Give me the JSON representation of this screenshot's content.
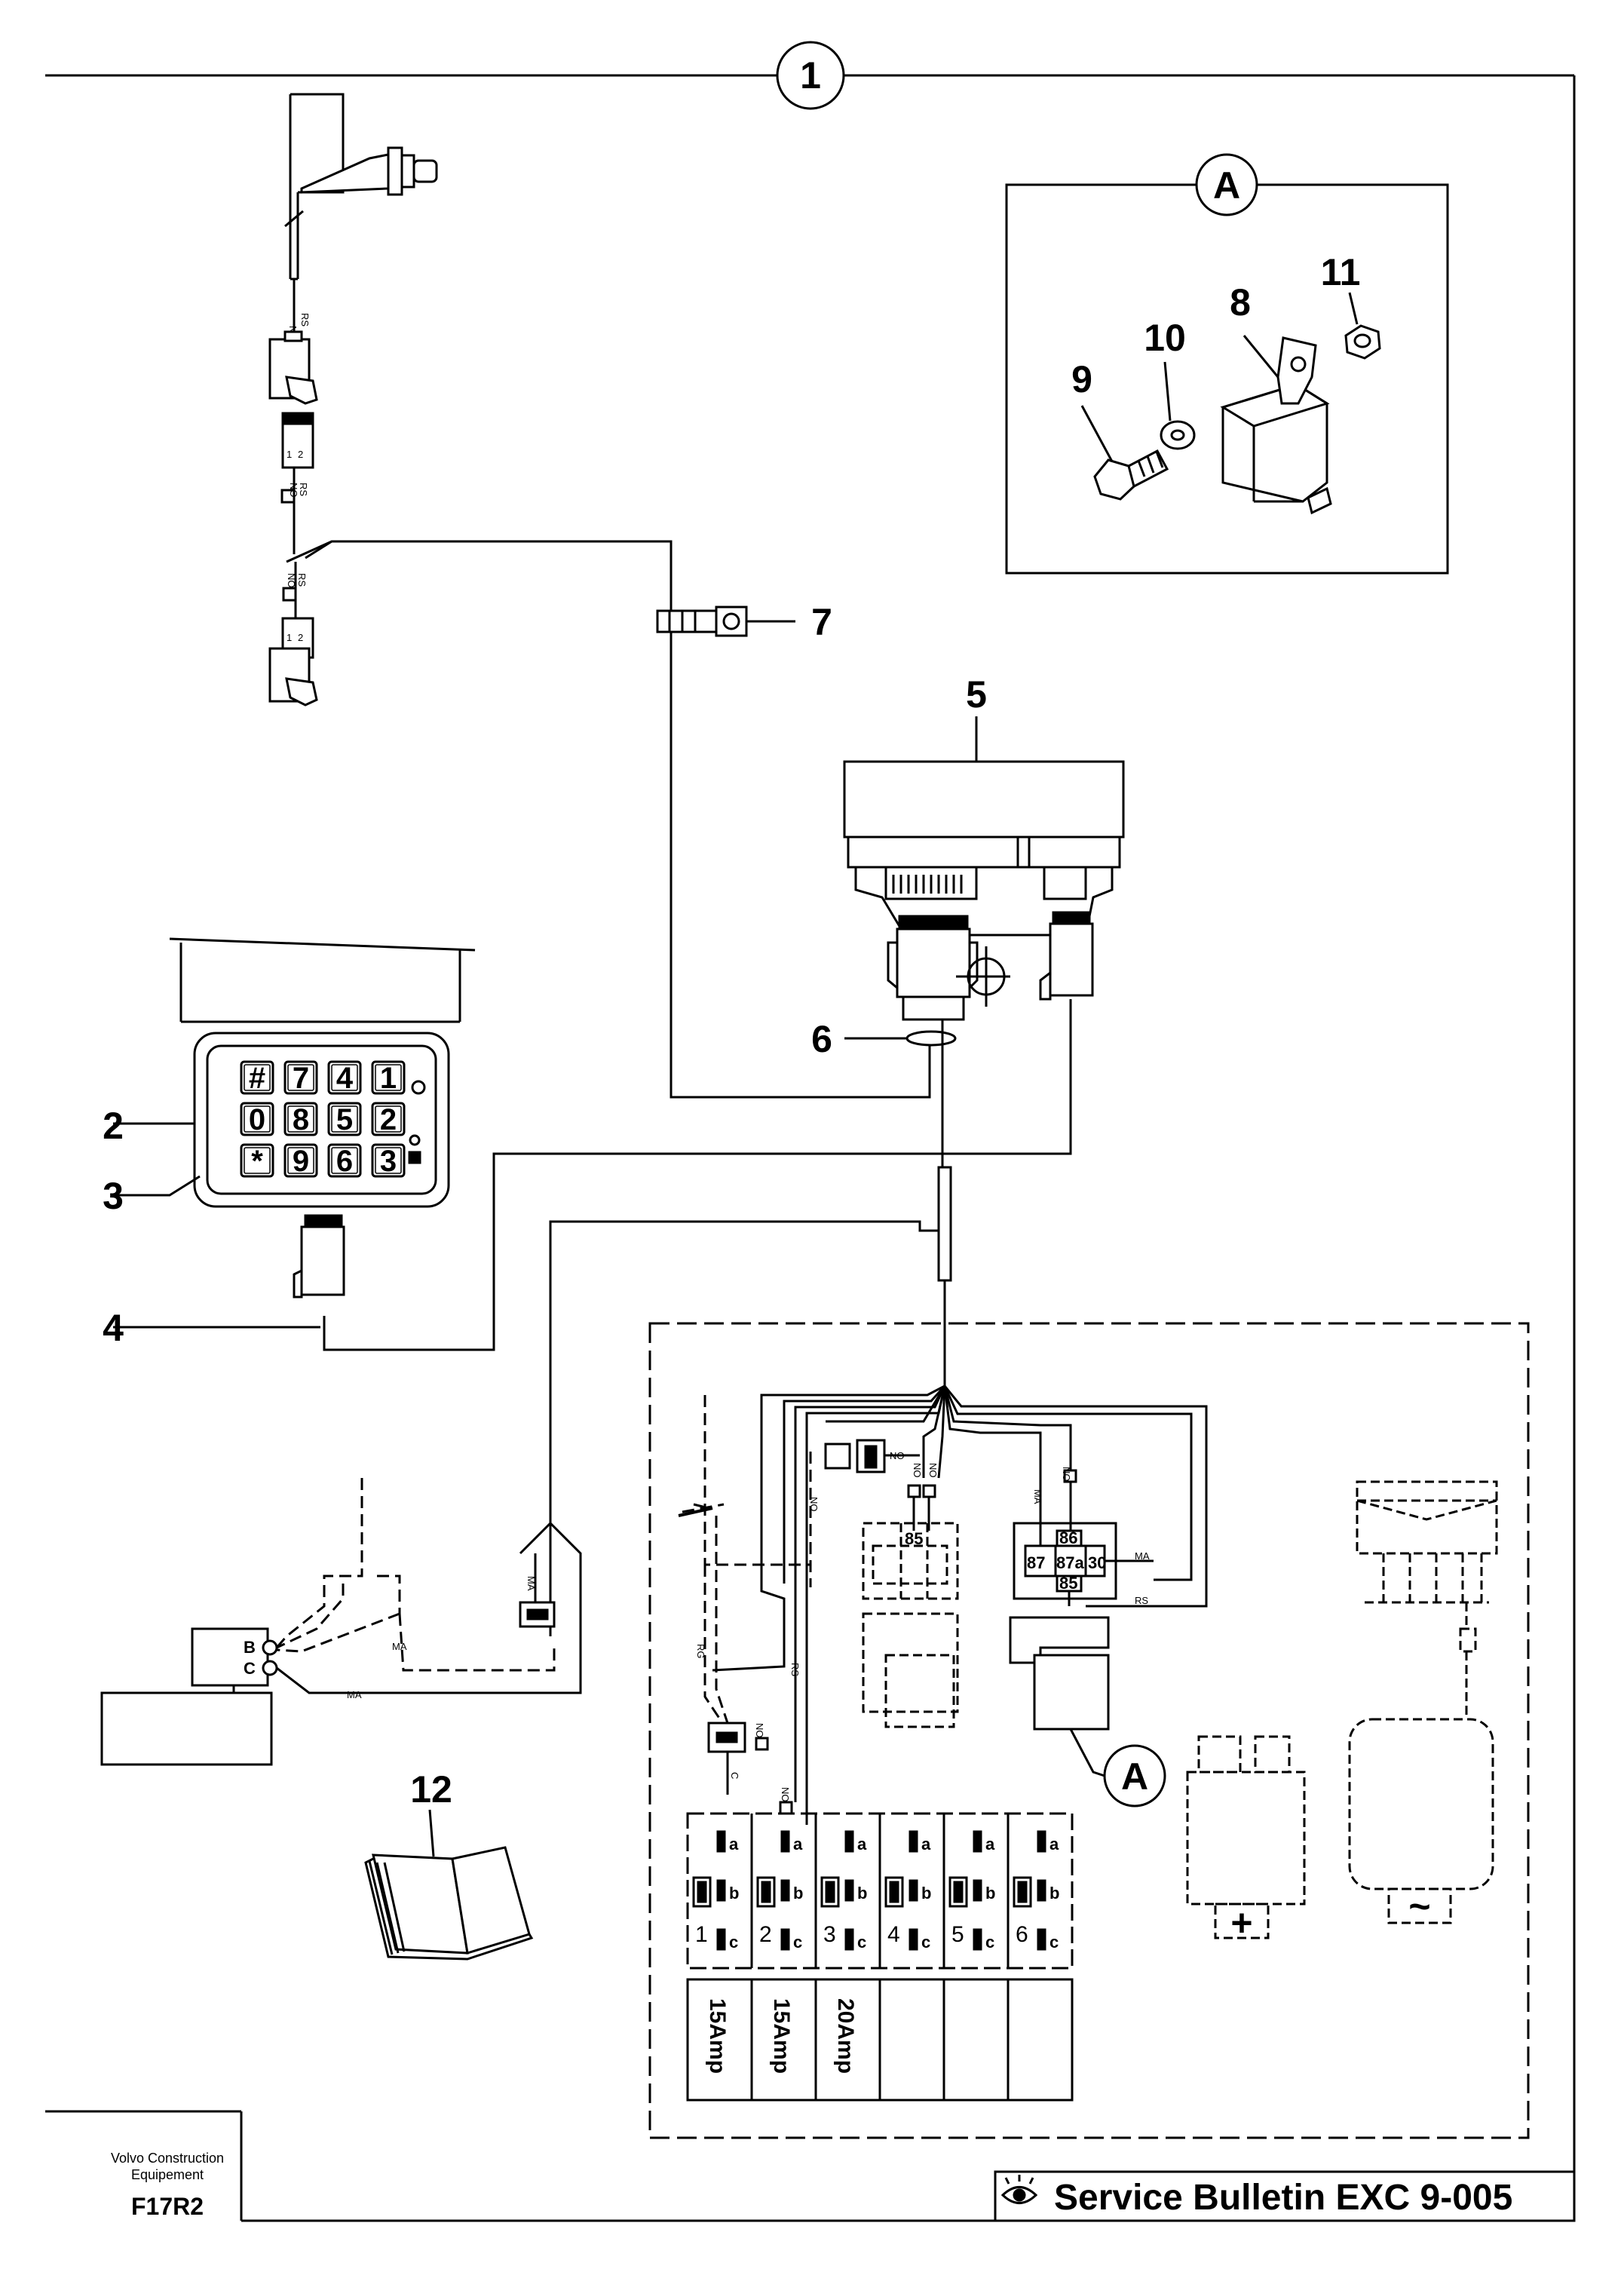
{
  "sheet": {
    "number": "1",
    "detail_mark": "A"
  },
  "callouts": [
    "2",
    "3",
    "4",
    "5",
    "6",
    "7",
    "8",
    "9",
    "10",
    "11",
    "12"
  ],
  "wire_labels": {
    "no": "NO",
    "rs": "RS",
    "ma": "MA",
    "rg": "RG",
    "c": "C"
  },
  "terminals": {
    "b": "B",
    "c": "C"
  },
  "relay_pins": {
    "p85": "85",
    "p86": "86",
    "p87": "87",
    "p87a": "87a",
    "p30": "30"
  },
  "plug_pins": {
    "p1": "1",
    "p2": "2"
  },
  "keypad": {
    "keys": [
      "#",
      "7",
      "4",
      "1",
      "0",
      "8",
      "5",
      "2",
      "*",
      "9",
      "6",
      "3"
    ]
  },
  "fuse_box": {
    "slots": [
      "1",
      "2",
      "3",
      "4",
      "5",
      "6"
    ],
    "pos": {
      "a": "a",
      "b": "b",
      "c": "c"
    },
    "ratings": [
      "15Amp",
      "15Amp",
      "20Amp",
      "",
      "",
      ""
    ]
  },
  "symbols": {
    "plus": "+",
    "tilde": "~"
  },
  "footer": {
    "brand_line1": "Volvo Construction",
    "brand_line2": "Equipement",
    "code": "F17R2",
    "title": "Service Bulletin EXC 9-005"
  }
}
